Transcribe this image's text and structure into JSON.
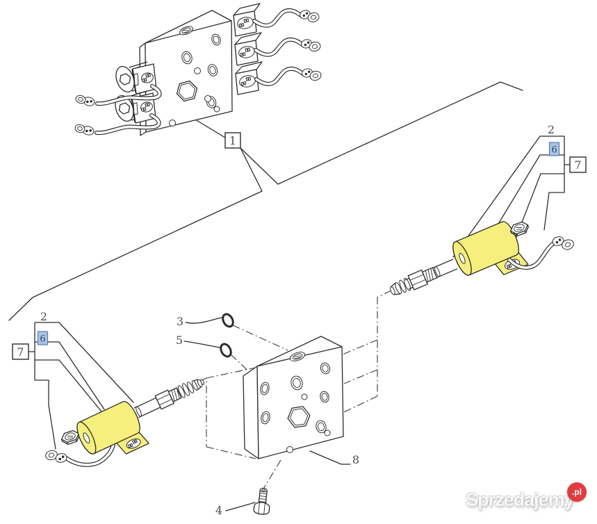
{
  "diagram": {
    "type": "exploded-parts-diagram",
    "background": "#ffffff",
    "colors": {
      "line": "#2b2b2b",
      "coil_highlight_fill": "#f7ef7d",
      "selected_label_fill": "#a9c3e3",
      "selected_label_border": "#5a7cb0",
      "selected_label_text": "#27466e",
      "label_text": "#4d4d4d"
    },
    "labels": {
      "n1": "1",
      "n2": "2",
      "n3": "3",
      "n4": "4",
      "n5": "5",
      "n6": "6",
      "n7": "7",
      "n8": "8"
    },
    "callouts": [
      {
        "number": "1",
        "boxed": true,
        "highlighted": false
      },
      {
        "number": "2",
        "boxed": false,
        "highlighted": false
      },
      {
        "number": "3",
        "boxed": false,
        "highlighted": false
      },
      {
        "number": "4",
        "boxed": false,
        "highlighted": false
      },
      {
        "number": "5",
        "boxed": false,
        "highlighted": false
      },
      {
        "number": "6",
        "boxed": true,
        "highlighted": true
      },
      {
        "number": "7",
        "boxed": true,
        "highlighted": false
      },
      {
        "number": "8",
        "boxed": false,
        "highlighted": false
      }
    ]
  },
  "watermark": {
    "text": "Sprzedajemy",
    "suffix": ".pl",
    "badge_color": "#e23b3f",
    "text_color": "#f7f7f7"
  }
}
